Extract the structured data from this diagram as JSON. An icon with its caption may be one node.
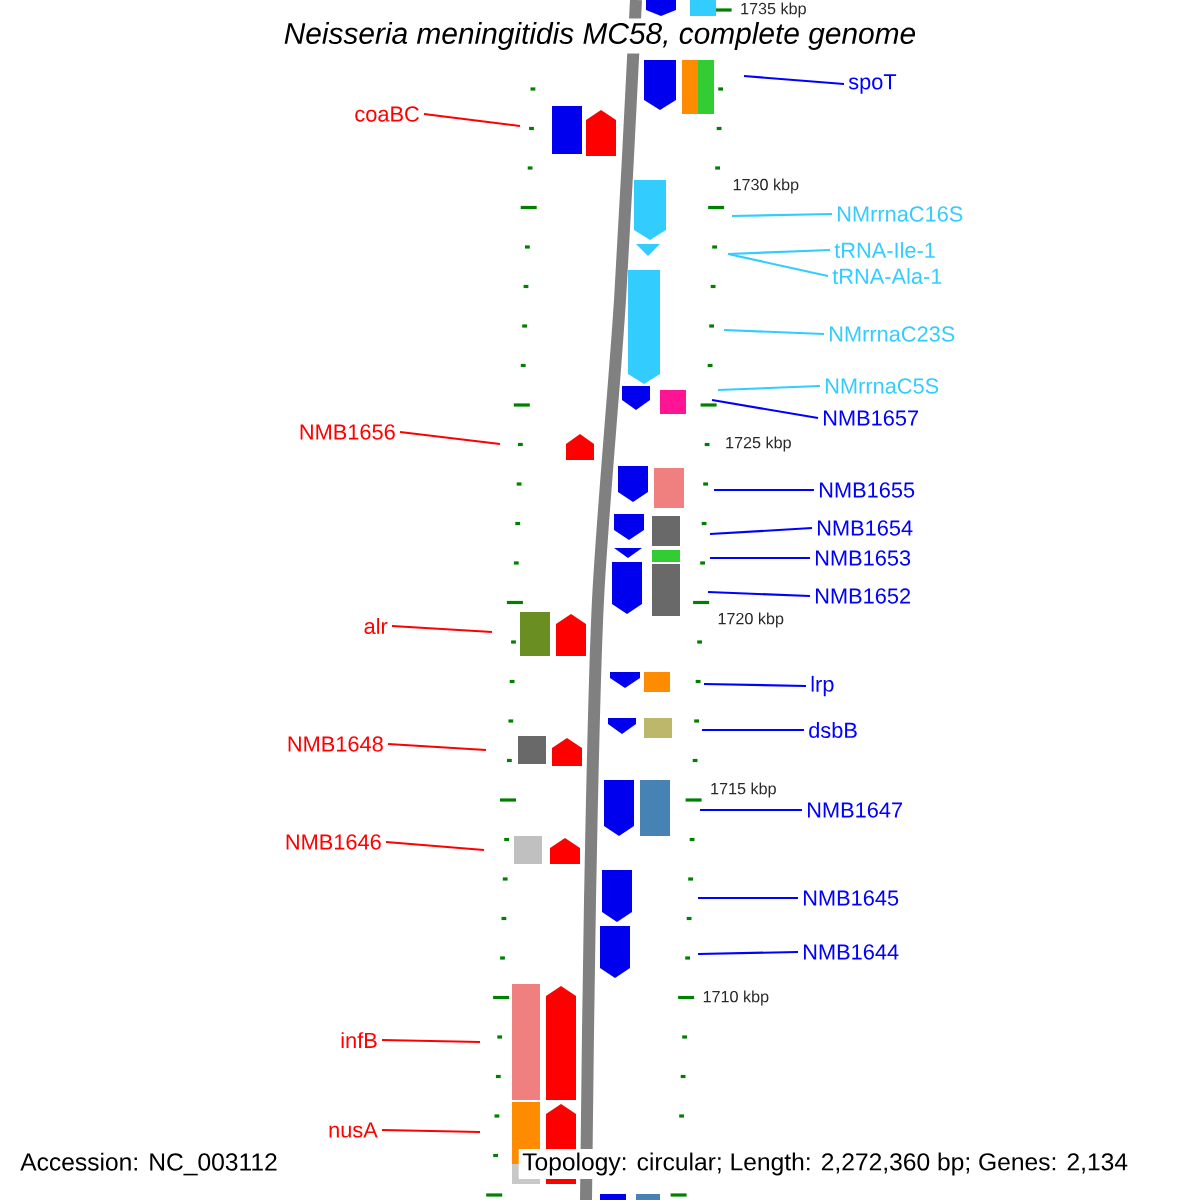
{
  "diagram": {
    "title": "Neisseria meningitidis MC58, complete genome",
    "nodes": [
      {
        "text": [
          "spoT"
        ]
      },
      {
        "text": [
          "coaBC"
        ]
      },
      {
        "text": [
          "NMrrnaC16S"
        ]
      },
      {
        "text": [
          "tRNA-Ile-1"
        ]
      },
      {
        "text": [
          "tRNA-Ala-1"
        ]
      },
      {
        "text": [
          "NMrrnaC23S"
        ]
      },
      {
        "text": [
          "NMrrnaC5S"
        ]
      },
      {
        "text": [
          "NMB1657"
        ]
      },
      {
        "text": [
          "NMB1656"
        ]
      },
      {
        "text": [
          "NMB1655"
        ]
      },
      {
        "text": [
          "NMB1654"
        ]
      },
      {
        "text": [
          "NMB1653"
        ]
      },
      {
        "text": [
          "NMB1652"
        ]
      },
      {
        "text": [
          "alr"
        ]
      },
      {
        "text": [
          "lrp"
        ]
      },
      {
        "text": [
          "dsbB"
        ]
      },
      {
        "text": [
          "NMB1648"
        ]
      },
      {
        "text": [
          "NMB1647"
        ]
      },
      {
        "text": [
          "NMB1646"
        ]
      },
      {
        "text": [
          "NMB1645"
        ]
      },
      {
        "text": [
          "NMB1644"
        ]
      },
      {
        "text": [
          "infB"
        ]
      },
      {
        "text": [
          "nusA"
        ]
      }
    ],
    "edges": [
      {
        "from": 0,
        "to": null,
        "arrow": "none"
      },
      {
        "from": 1,
        "to": null,
        "arrow": "none",
        "color": "#ff0000"
      },
      {
        "from": 2,
        "to": null,
        "arrow": "none",
        "color": "#33ccff"
      },
      {
        "from": 3,
        "to": null,
        "arrow": "none",
        "color": "#33ccff"
      },
      {
        "from": 4,
        "to": null,
        "arrow": "none",
        "color": "#33ccff"
      },
      {
        "from": 5,
        "to": null,
        "arrow": "none",
        "color": "#33ccff"
      },
      {
        "from": 6,
        "to": null,
        "arrow": "none",
        "color": "#33ccff"
      },
      {
        "from": 7,
        "to": null,
        "arrow": "none"
      },
      {
        "from": 8,
        "to": null,
        "arrow": "none",
        "color": "#ff0000"
      },
      {
        "from": 9,
        "to": null,
        "arrow": "none"
      },
      {
        "from": 10,
        "to": null,
        "arrow": "none"
      },
      {
        "from": 11,
        "to": null,
        "arrow": "none"
      },
      {
        "from": 12,
        "to": null,
        "arrow": "none"
      },
      {
        "from": 13,
        "to": null,
        "arrow": "none",
        "color": "#ff0000"
      },
      {
        "from": 14,
        "to": null,
        "arrow": "none"
      },
      {
        "from": 15,
        "to": null,
        "arrow": "none"
      },
      {
        "from": 16,
        "to": null,
        "arrow": "none",
        "color": "#ff0000"
      },
      {
        "from": 17,
        "to": null,
        "arrow": "none"
      },
      {
        "from": 18,
        "to": null,
        "arrow": "none",
        "color": "#ff0000"
      },
      {
        "from": 19,
        "to": null,
        "arrow": "none"
      },
      {
        "from": 20,
        "to": null,
        "arrow": "none"
      },
      {
        "from": 21,
        "to": null,
        "arrow": "none",
        "color": "#ff0000"
      },
      {
        "from": 22,
        "to": null,
        "arrow": "none",
        "color": "#ff0000"
      }
    ],
    "labels": [
      "1735 kbp",
      "1730 kbp",
      "1725 kbp",
      "1720 kbp",
      "1715 kbp",
      "1710 kbp",
      "Accession: NC_003112",
      "Topology: circular; Length: 2,272,360 bp; Genes: 2,134"
    ]
  }
}
